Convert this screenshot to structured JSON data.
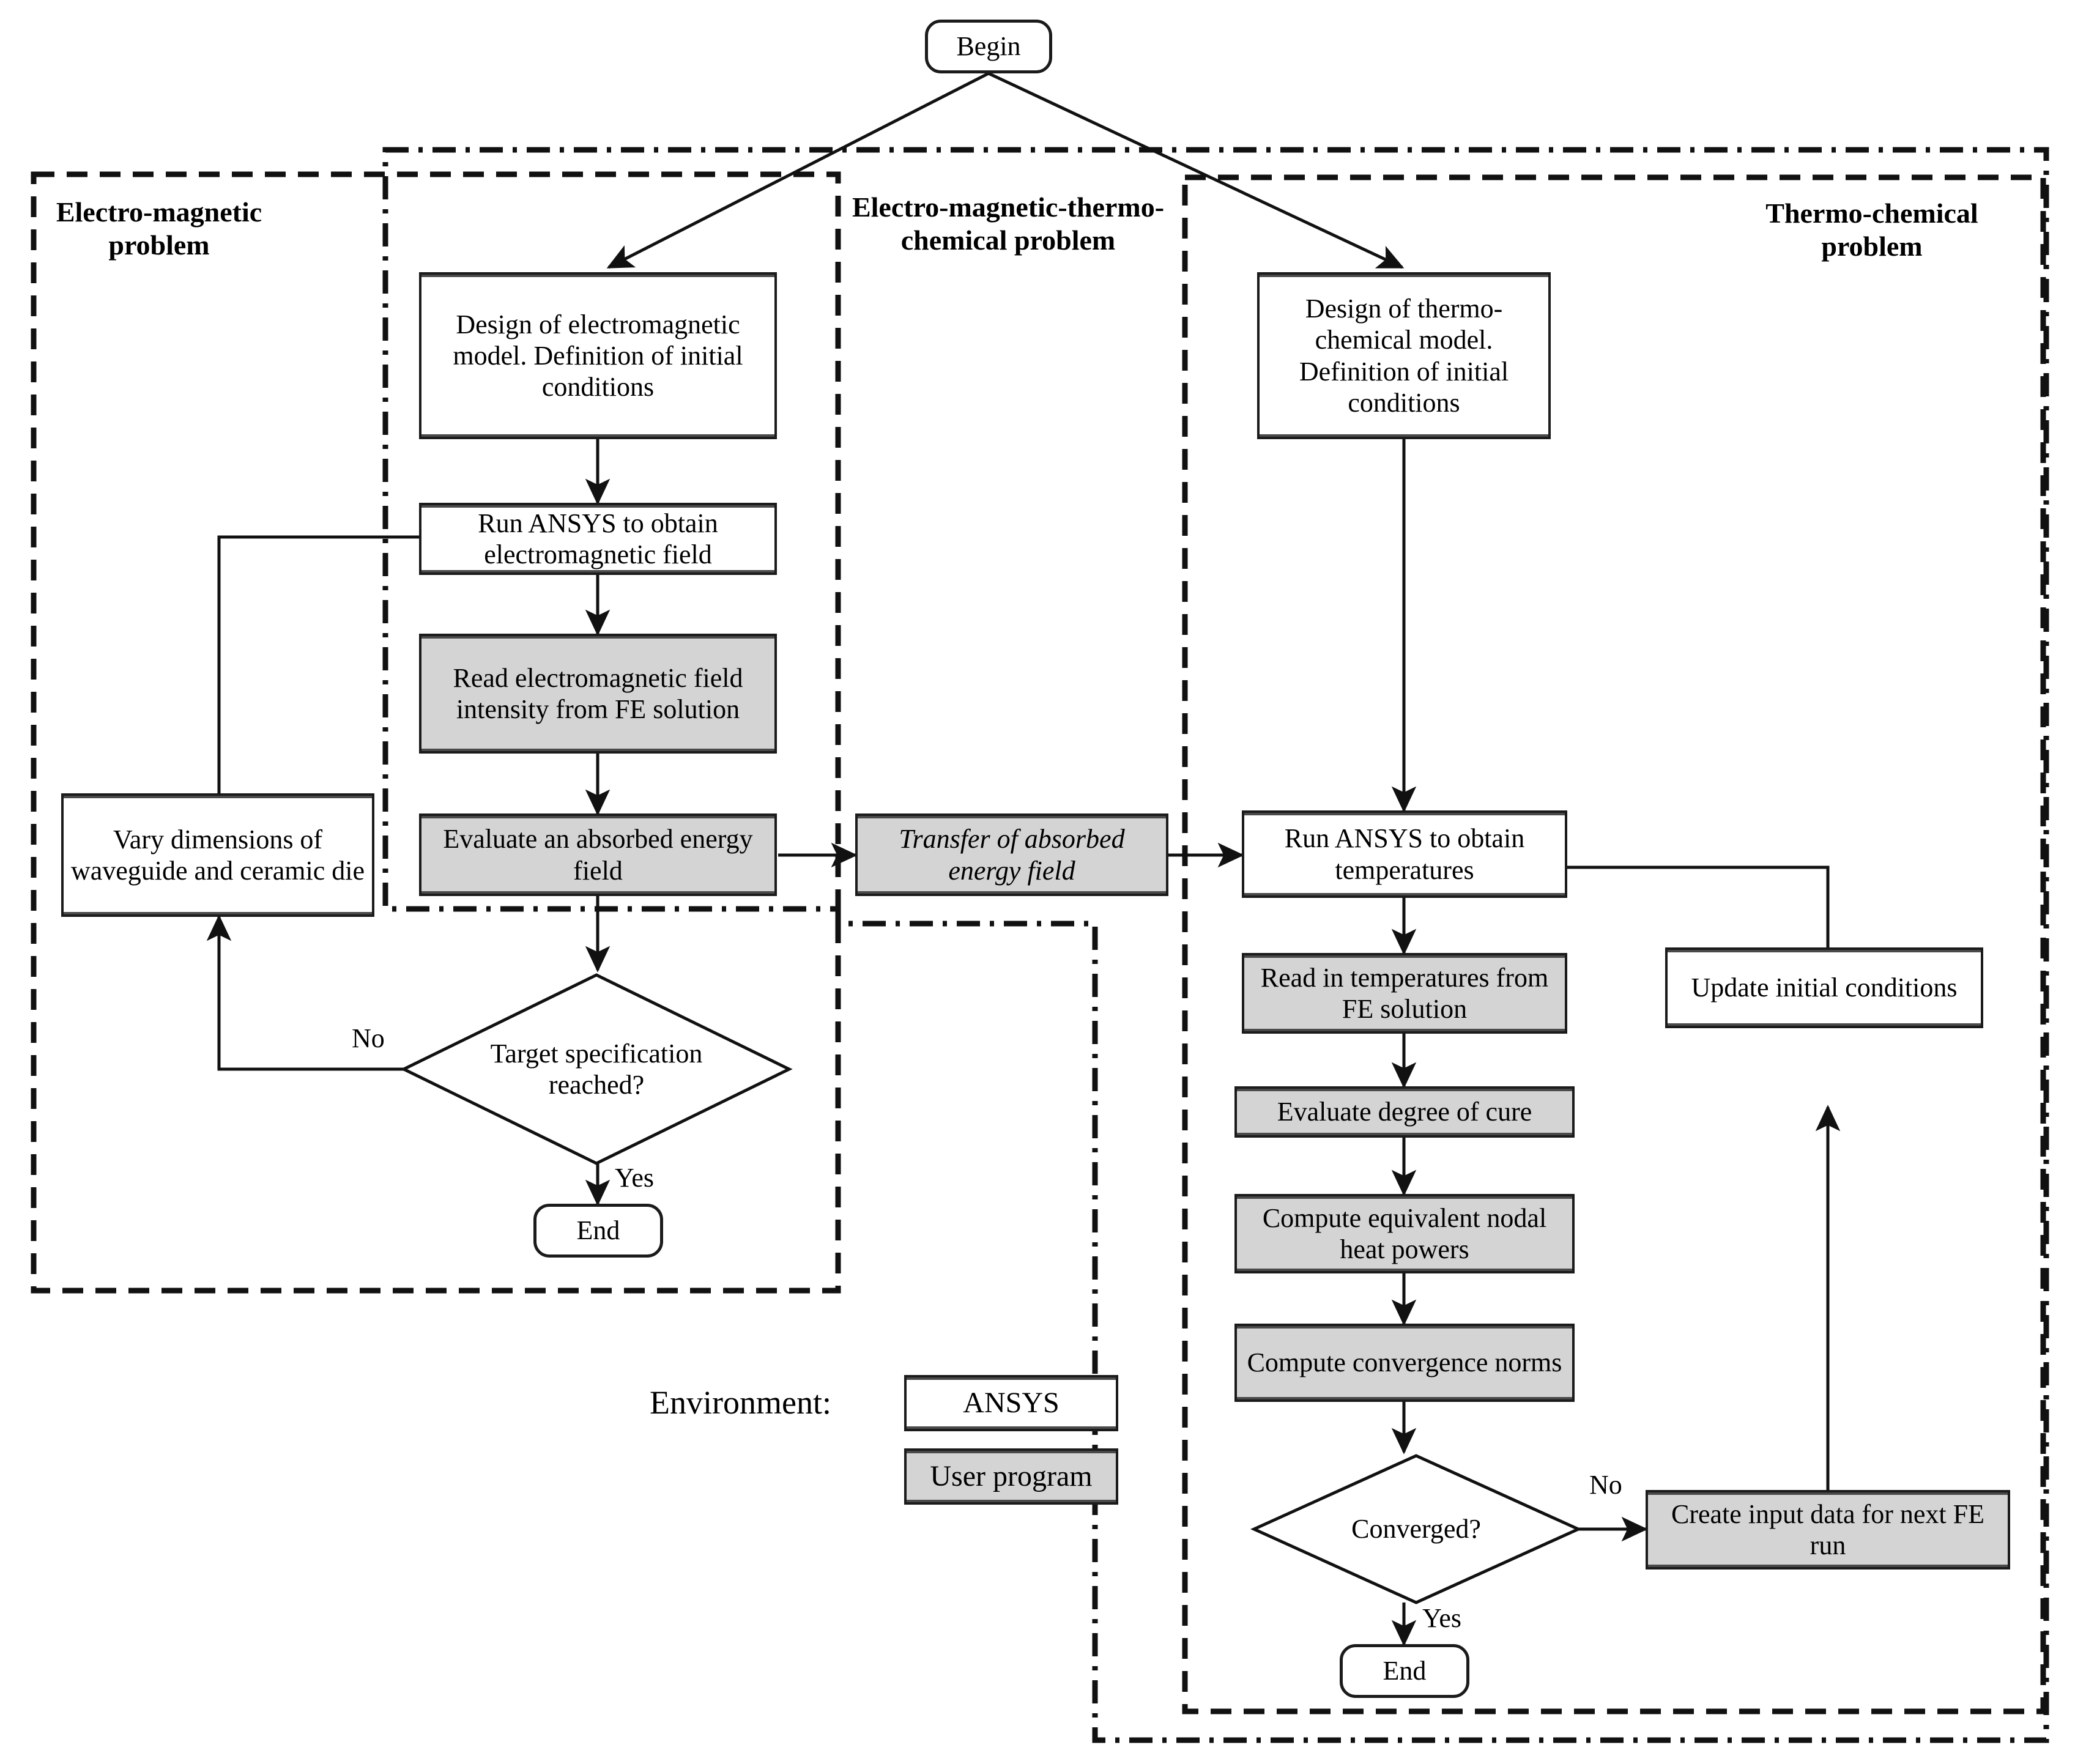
{
  "diagram": {
    "title": "Coupled electromagnetic / thermo-chemical FE simulation flowchart",
    "colors": {
      "line": "#1b1b1b",
      "shaded_fill": "#d4d4d4",
      "plain_fill": "#ffffff",
      "text": "#000000"
    }
  },
  "zones": [
    {
      "id": "em",
      "label": "Electro-magnetic\nproblem",
      "border_style": "dashed"
    },
    {
      "id": "emtc",
      "label": "Electro-magnetic-thermo-\nchemical problem",
      "border_style": "dash-dot"
    },
    {
      "id": "tc",
      "label": "Thermo-chemical\nproblem",
      "border_style": "dashed"
    }
  ],
  "nodes": {
    "begin": {
      "label": "Begin",
      "shape": "terminator",
      "fill": "plain"
    },
    "design_em": {
      "label": "Design of electromagnetic model. Definition of initial conditions",
      "shape": "process",
      "fill": "plain"
    },
    "run_em": {
      "label": "Run ANSYS to obtain electromagnetic field",
      "shape": "process",
      "fill": "plain"
    },
    "read_em": {
      "label": "Read electromagnetic field intensity from FE solution",
      "shape": "process",
      "fill": "shaded"
    },
    "eval_energy": {
      "label": "Evaluate an absorbed energy field",
      "shape": "process",
      "fill": "shaded"
    },
    "vary_dims": {
      "label": "Vary dimensions of waveguide and ceramic die",
      "shape": "process",
      "fill": "plain"
    },
    "target_spec": {
      "label": "Target specification reached?",
      "shape": "decision",
      "fill": "plain"
    },
    "end_em": {
      "label": "End",
      "shape": "terminator",
      "fill": "plain"
    },
    "transfer": {
      "label": "Transfer of absorbed energy field",
      "shape": "process",
      "fill": "shaded",
      "italic": true
    },
    "design_tc": {
      "label": "Design of thermo-chemical model. Definition of initial conditions",
      "shape": "process",
      "fill": "plain"
    },
    "run_tc": {
      "label": "Run ANSYS to obtain temperatures",
      "shape": "process",
      "fill": "plain"
    },
    "read_temps": {
      "label": "Read in temperatures from FE solution",
      "shape": "process",
      "fill": "shaded"
    },
    "eval_cure": {
      "label": "Evaluate degree of cure",
      "shape": "process",
      "fill": "shaded"
    },
    "nodal_heat": {
      "label": "Compute equivalent nodal heat powers",
      "shape": "process",
      "fill": "shaded"
    },
    "conv_norms": {
      "label": "Compute convergence norms",
      "shape": "process",
      "fill": "shaded"
    },
    "converged": {
      "label": "Converged?",
      "shape": "decision",
      "fill": "plain"
    },
    "create_input": {
      "label": "Create input data for next FE run",
      "shape": "process",
      "fill": "shaded"
    },
    "update_init": {
      "label": "Update initial conditions",
      "shape": "process",
      "fill": "plain"
    },
    "end_tc": {
      "label": "End",
      "shape": "terminator",
      "fill": "plain"
    }
  },
  "edge_labels": {
    "target_no": "No",
    "target_yes": "Yes",
    "converged_no": "No",
    "converged_yes": "Yes"
  },
  "legend": {
    "title": "Environment:",
    "items": [
      {
        "label": "ANSYS",
        "fill": "plain"
      },
      {
        "label": "User program",
        "fill": "shaded"
      }
    ]
  }
}
